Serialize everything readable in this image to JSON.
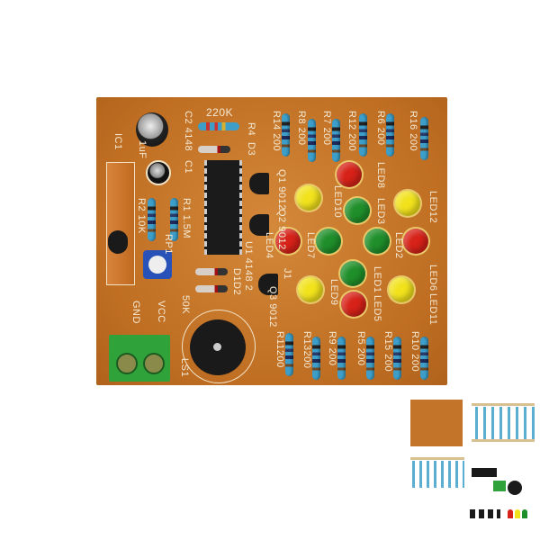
{
  "board": {
    "labels": {
      "r14": "R14 200",
      "r8": "R8 200",
      "r7": "R7 200",
      "r12": "R12 200",
      "r6": "R6 200",
      "r16": "R16 200",
      "r11": "R11200",
      "r13": "R13200",
      "r9": "R9 200",
      "r5": "R5 200",
      "r15": "R15 200",
      "r10": "R10 200",
      "led8": "LED8",
      "led10": "LED10",
      "led3": "LED3",
      "led12": "LED12",
      "led7": "LED7",
      "led2": "LED2",
      "led4": "LED4",
      "led1": "LED1",
      "led5": "LED5",
      "led9": "LED9",
      "led6": "LED6",
      "led11": "LED11",
      "r220k": "220K",
      "r4": "R4",
      "d3": "D3",
      "c2": "C2 4148",
      "c1": "C1",
      "uf": "1uF",
      "ic1": "IC1",
      "r2": "R2 10K",
      "r1": "R1 1.5M",
      "rp1": "RP1",
      "gnd": "GND",
      "vcc": "VCC",
      "k50": "50K",
      "ls1": "LS1",
      "q1": "Q1 9012",
      "q2": "Q2 9012",
      "q3": "Q3 9012",
      "u1": "U1 4148 2",
      "d1d2": "D1D2",
      "j1": "J1"
    }
  },
  "colors": {
    "board": "#c8782a",
    "led_red": "#d62218",
    "led_yellow": "#f1e21c",
    "led_green": "#1f8f2a",
    "terminal": "#2fa33a"
  }
}
